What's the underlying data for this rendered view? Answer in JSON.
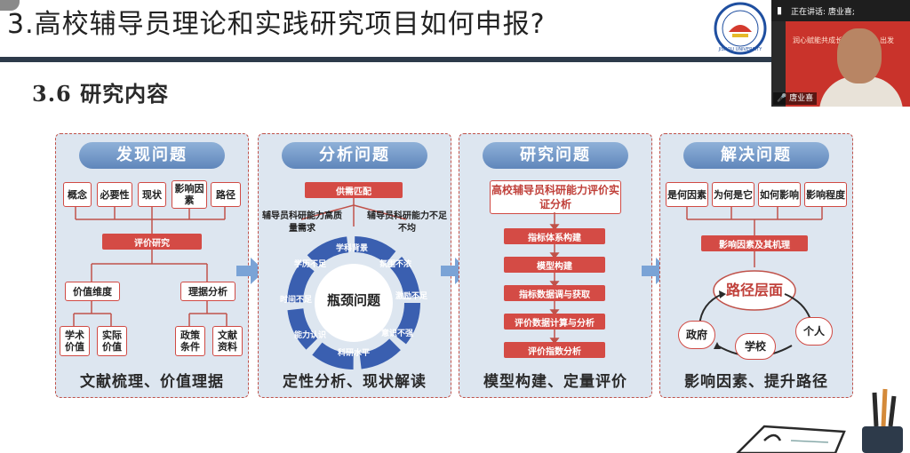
{
  "slide": {
    "title": "3.高校辅导员理论和实践研究项目如何申报?",
    "section": "3.6 研究内容",
    "logo_text": "JISHOU UNIVERSITY"
  },
  "video": {
    "speaking_label": "正在讲话:",
    "speaker": "唐业喜;",
    "bg_text": "润心赋能共成长",
    "bg_text2": "出发",
    "name_tag": "唐业喜"
  },
  "panels": [
    {
      "header": "发现问题",
      "footer": "文献梳理、价值理据",
      "top_items": [
        "概念",
        "必要性",
        "现状",
        "影响因素",
        "路径"
      ],
      "center": "评价研究",
      "branches": [
        "价值维度",
        "理据分析"
      ],
      "leaves": [
        "学术价值",
        "实际价值",
        "政策条件",
        "文献资料"
      ]
    },
    {
      "header": "分析问题",
      "footer": "定性分析、现状解读",
      "top": "供需匹配",
      "left_label": "辅导员科研能力高质量需求",
      "right_label": "辅导员科研能力不足不均",
      "center": "瓶颈问题",
      "ring": [
        "学科背景",
        "氛围不浓",
        "激励不足",
        "意识不强",
        "科研水平",
        "能力认识",
        "时间不足",
        "学历不足"
      ]
    },
    {
      "header": "研究问题",
      "footer": "模型构建、定量评价",
      "top": "高校辅导员科研能力评价实证分析",
      "steps": [
        "指标体系构建",
        "模型构建",
        "指标数据调与获取",
        "评价数据计算与分析",
        "评价指数分析"
      ]
    },
    {
      "header": "解决问题",
      "footer": "影响因素、提升路径",
      "top_items": [
        "是何因素",
        "为何是它",
        "如何影响",
        "影响程度"
      ],
      "center": "影响因素及其机理",
      "path": "路径层面",
      "cycle": [
        "政府",
        "学校",
        "个人"
      ]
    }
  ],
  "colors": {
    "panel_bg": "#dde6f0",
    "accent_red": "#d44b45",
    "header_blue": "#6b90c3",
    "arrow_blue": "#7aa3d6",
    "ring_blue": "#3a5fb0"
  }
}
